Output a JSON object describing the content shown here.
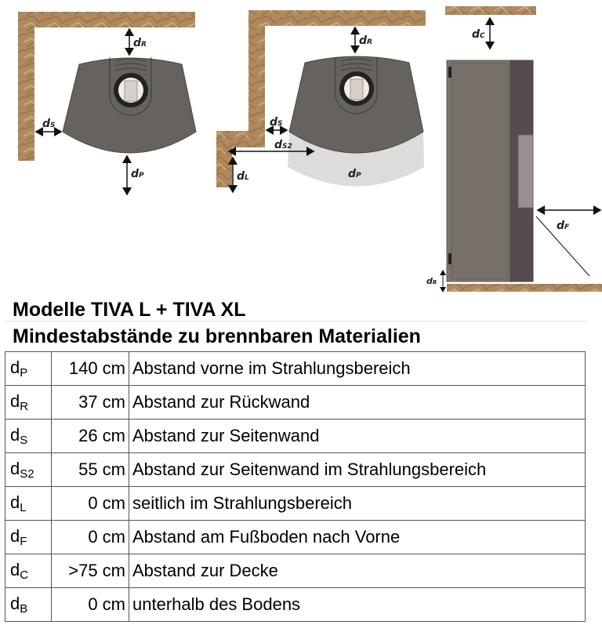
{
  "diagram": {
    "labels": {
      "dR": {
        "main": "d",
        "sub": "R"
      },
      "dS": {
        "main": "d",
        "sub": "S"
      },
      "dP": {
        "main": "d",
        "sub": "P"
      },
      "dS2": {
        "main": "d",
        "sub": "S2"
      },
      "dL": {
        "main": "d",
        "sub": "L"
      },
      "dC": {
        "main": "d",
        "sub": "C"
      },
      "dF": {
        "main": "d",
        "sub": "F"
      },
      "dB": {
        "main": "d",
        "sub": "B"
      }
    },
    "colors": {
      "wall": "#b08a5e",
      "stove": "#66625e",
      "stove_dark": "#564c4d",
      "radiation_zone": "#dcdcdc"
    }
  },
  "header": {
    "title": "Modelle TIVA L  +  TIVA XL",
    "subtitle": "Mindestabstände zu brennbaren Materialien"
  },
  "rows": [
    {
      "sym": "d",
      "sub": "P",
      "value": "140 cm",
      "desc": "Abstand vorne im Strahlungsbereich"
    },
    {
      "sym": "d",
      "sub": "R",
      "value": "37 cm",
      "desc": "Abstand zur Rückwand"
    },
    {
      "sym": "d",
      "sub": "S",
      "value": "26 cm",
      "desc": "Abstand zur Seitenwand"
    },
    {
      "sym": "d",
      "sub": "S2",
      "value": "55 cm",
      "desc": "Abstand zur Seitenwand im Strahlungsbereich"
    },
    {
      "sym": "d",
      "sub": "L",
      "value": "0 cm",
      "desc": "seitlich im Strahlungsbereich"
    },
    {
      "sym": "d",
      "sub": "F",
      "value": "0 cm",
      "desc": "Abstand am Fußboden nach Vorne"
    },
    {
      "sym": "d",
      "sub": "C",
      "value": ">75 cm",
      "desc": "Abstand zur Decke"
    },
    {
      "sym": "d",
      "sub": "B",
      "value": "0 cm",
      "desc": "unterhalb des Bodens"
    }
  ]
}
